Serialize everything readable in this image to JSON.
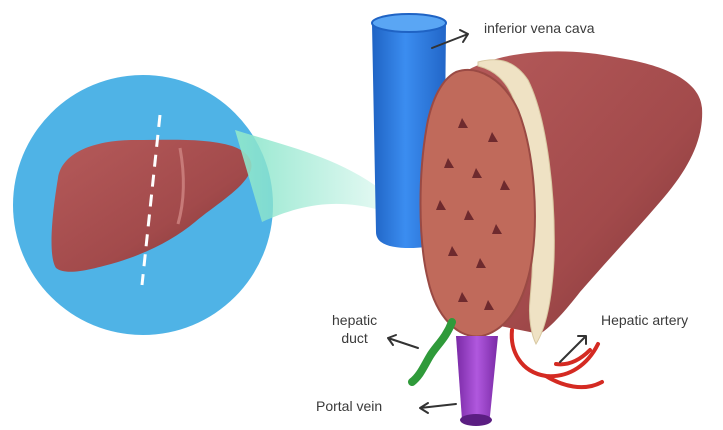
{
  "labels": {
    "inferior_vena_cava": "inferior vena cava",
    "hepatic_duct_line1": "hepatic",
    "hepatic_duct_line2": "duct",
    "hepatic_artery": "Hepatic artery",
    "portal_vein": "Portal vein"
  },
  "colors": {
    "circle_bg": "#4fb3e6",
    "liver": "#a24a4b",
    "liver_dark": "#7e3536",
    "section_face": "#c06a5b",
    "vena_cava": "#2f7fe0",
    "hepatic_duct": "#2f9a3a",
    "portal_vein": "#9b3fc9",
    "hepatic_artery": "#d42a22",
    "ligament": "#efe2c4",
    "highlight_beam": "#8ee6cc",
    "text": "#3a3a3a"
  }
}
